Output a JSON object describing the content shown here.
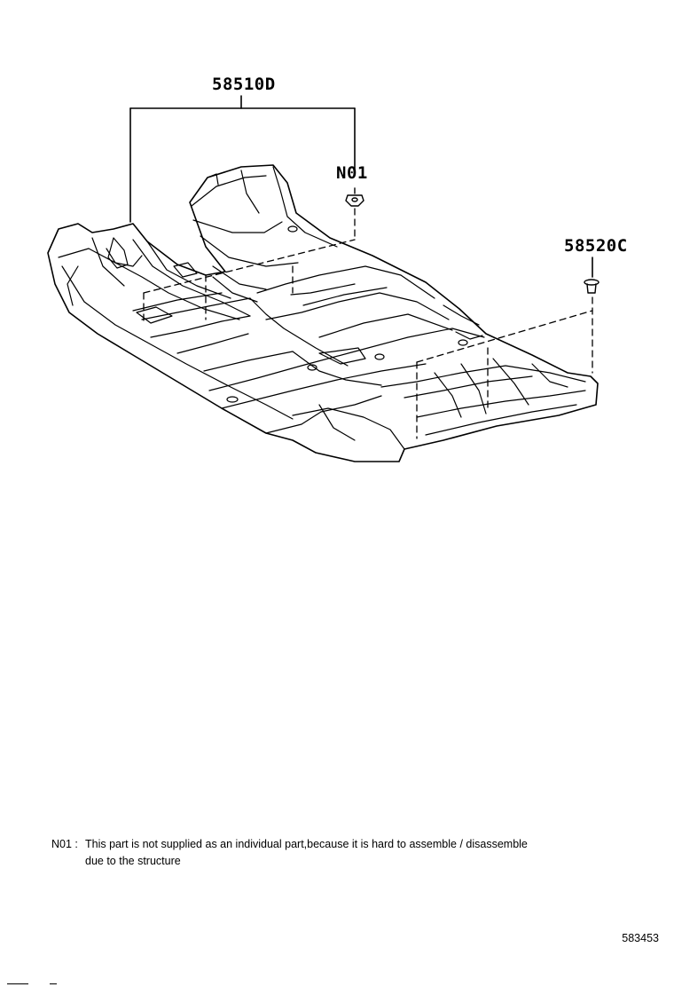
{
  "callouts": {
    "carpet_assembly": "58510D",
    "nut": "N01",
    "clip": "58520C"
  },
  "note": {
    "code": "N01 :",
    "line1": "This part is not supplied as an individual part,because it is hard to assemble / disassemble",
    "line2": "due to the structure"
  },
  "illustration_id": "583453"
}
